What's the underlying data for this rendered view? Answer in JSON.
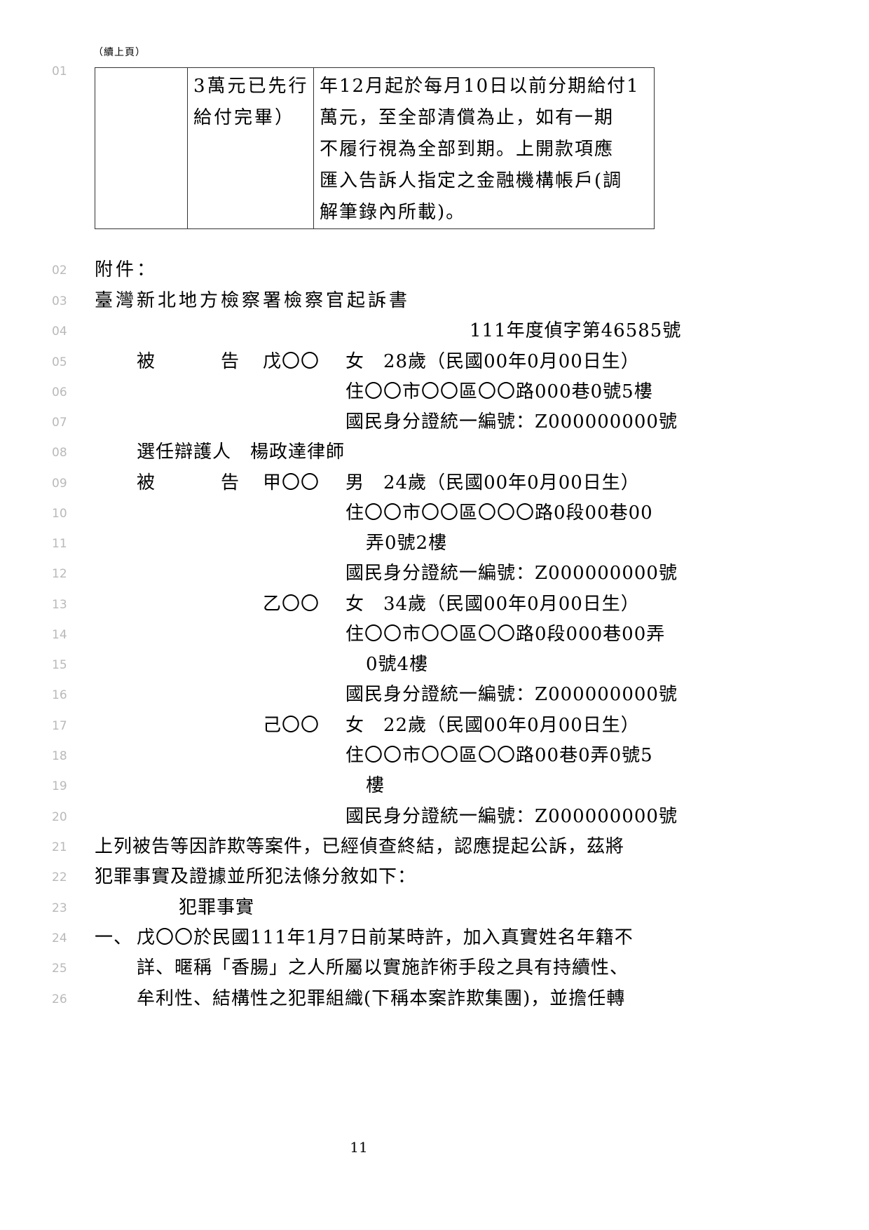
{
  "continuation_note": "（續上頁）",
  "table": {
    "col1_lines": [],
    "col2_lines": [
      "3萬元已先行",
      "給付完畢）"
    ],
    "col3_lines": [
      "年12月起於每月10日以前分期給付1",
      "萬元，至全部清償為止，如有一期",
      "不履行視為全部到期。上開款項應",
      "匯入告訴人指定之金融機構帳戶(調",
      "解筆錄內所載)。"
    ]
  },
  "line_numbers": [
    "01",
    "02",
    "03",
    "04",
    "05",
    "06",
    "07",
    "08",
    "09",
    "10",
    "11",
    "12",
    "13",
    "14",
    "15",
    "16",
    "17",
    "18",
    "19",
    "20",
    "21",
    "22",
    "23",
    "24",
    "25",
    "26"
  ],
  "lines": {
    "l02": "附件：",
    "l03": "臺灣新北地方檢察署檢察官起訴書",
    "l04": "111年度偵字第46585號",
    "l05_label": "被　　　告",
    "l05_name": "戊〇〇",
    "l05_info": "女　28歲（民國00年0月00日生）",
    "l06": "住〇〇市〇〇區〇〇路000巷0號5樓",
    "l07": "國民身分證統一編號：Z000000000號",
    "l08": "選任辯護人　楊政達律師",
    "l09_label": "被　　　告",
    "l09_name": "甲〇〇",
    "l09_info": "男　24歲（民國00年0月00日生）",
    "l10": "住〇〇市〇〇區〇〇〇路0段00巷00",
    "l11": "弄0號2樓",
    "l12": "國民身分證統一編號：Z000000000號",
    "l13_name": "乙〇〇",
    "l13_info": "女　34歲（民國00年0月00日生）",
    "l14": "住〇〇市〇〇區〇〇路0段000巷00弄",
    "l15": "0號4樓",
    "l16": "國民身分證統一編號：Z000000000號",
    "l17_name": "己〇〇",
    "l17_info": "女　22歲（民國00年0月00日生）",
    "l18": "住〇〇市〇〇區〇〇路00巷0弄0號5",
    "l19": "樓",
    "l20": "國民身分證統一編號：Z000000000號",
    "l21": "上列被告等因詐欺等案件，已經偵查終結，認應提起公訴，茲將",
    "l22": "犯罪事實及證據並所犯法條分敘如下：",
    "l23": "犯罪事實",
    "l24_marker": "一、",
    "l24": "戊〇〇於民國111年1月7日前某時許，加入真實姓名年籍不",
    "l25": "詳、暱稱「香腸」之人所屬以實施詐術手段之具有持續性、",
    "l26": "牟利性、結構性之犯罪組織(下稱本案詐欺集團)，並擔任轉"
  },
  "page_number": "11"
}
